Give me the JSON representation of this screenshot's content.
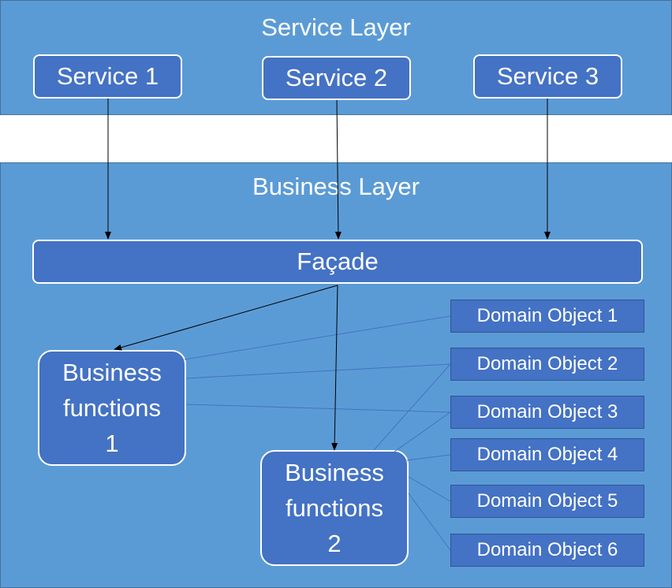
{
  "service_layer": {
    "title": "Service Layer",
    "services": [
      "Service 1",
      "Service 2",
      "Service 3"
    ]
  },
  "business_layer": {
    "title": "Business Layer",
    "facade": "Façade",
    "business_functions": [
      "Business\nfunctions\n1",
      "Business\nfunctions\n2"
    ],
    "domain_objects": [
      "Domain Object 1",
      "Domain Object 2",
      "Domain Object 3",
      "Domain Object 4",
      "Domain Object 5",
      "Domain Object 6"
    ]
  },
  "colors": {
    "layer_fill": "#5b9bd5",
    "box_fill": "#4472c4",
    "box_border": "#ffffff",
    "arrow": "#000000",
    "connector": "#4472c4"
  }
}
